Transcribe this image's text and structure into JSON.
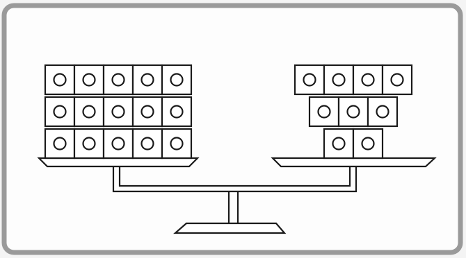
{
  "figure": {
    "stroke_color": "#1a1a1a",
    "frame_border_color": "#9a9a9a",
    "panel_fill": "#fdfdfd",
    "page_background": "#f4f4f4"
  },
  "balance": {
    "left_pan": {
      "cube_rows": [
        5,
        5,
        5
      ],
      "total_cubes": 15
    },
    "right_pan": {
      "cube_rows": [
        2,
        3,
        4
      ],
      "total_cubes": 9
    }
  }
}
